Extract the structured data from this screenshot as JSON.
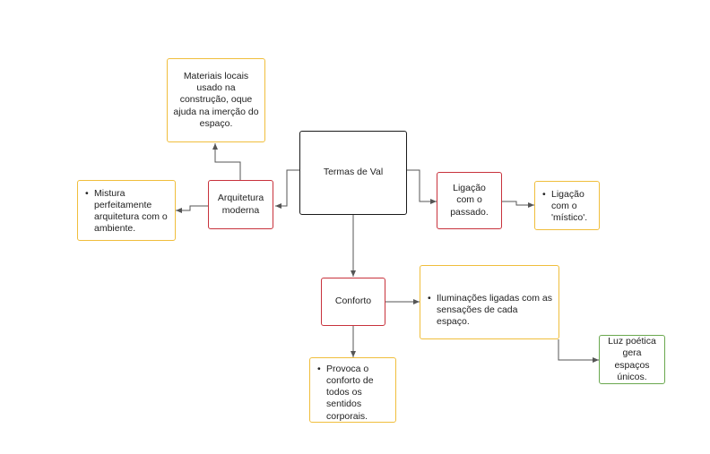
{
  "colors": {
    "yellow": "#f0be3c",
    "red": "#c8323c",
    "green": "#6aa84f",
    "black": "#1a1a1a",
    "connector": "#555555"
  },
  "nodes": {
    "central": {
      "text": "Termas de Val"
    },
    "materiais": {
      "text": "Materiais locais usado na construção, oque ajuda na imerção do espaço."
    },
    "arquitetura": {
      "text": "Arquitetura moderna"
    },
    "mistura": {
      "text": "Mistura perfeitamente arquitetura com o ambiente."
    },
    "ligacao_passado": {
      "text": "Ligação com o passado."
    },
    "ligacao_mistico": {
      "text": "Ligação com o 'místico'."
    },
    "conforto": {
      "text": "Conforto"
    },
    "iluminacoes": {
      "text": "Iluminações ligadas com as sensações de cada espaço."
    },
    "luz": {
      "text": "Luz poética gera espaços únicos."
    },
    "provoca": {
      "text": "Provoca o conforto de todos os sentidos corporais."
    }
  }
}
